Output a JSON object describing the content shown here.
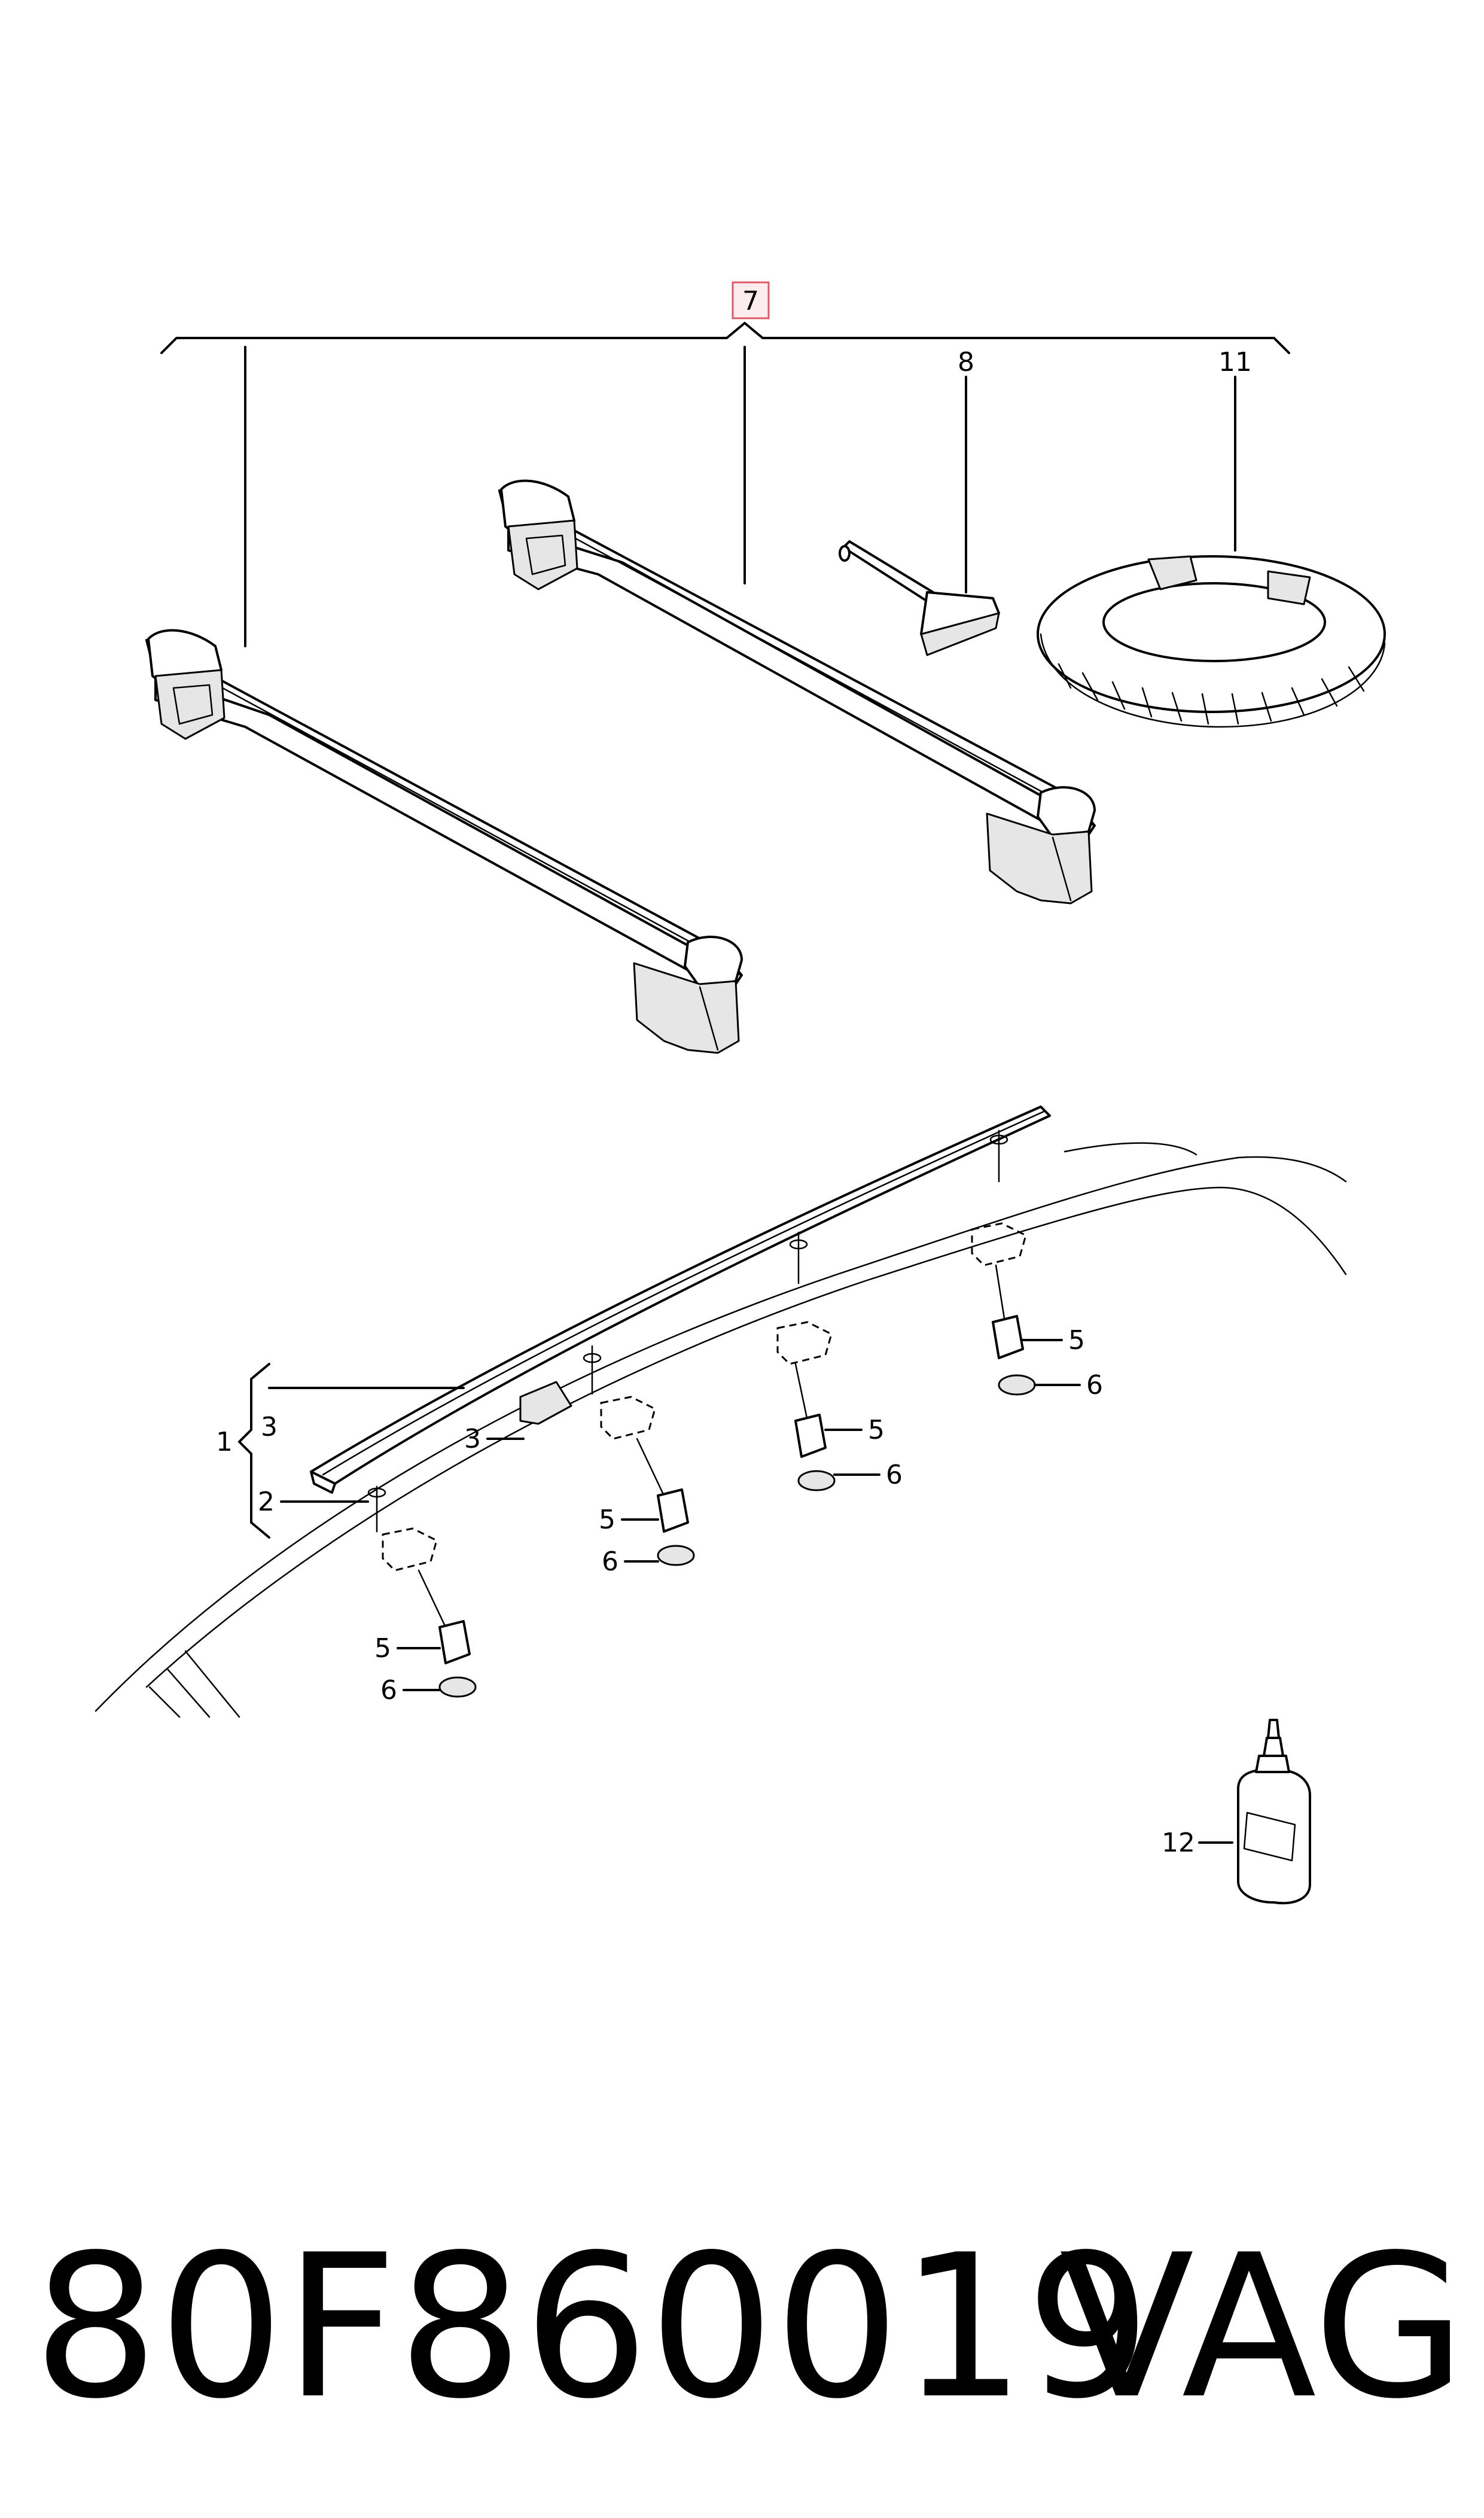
{
  "callouts": {
    "c1": "1",
    "c2": "2",
    "c3a": "3",
    "c3b": "3",
    "c5a": "5",
    "c5b": "5",
    "c5c": "5",
    "c5d": "5",
    "c6a": "6",
    "c6b": "6",
    "c6c": "6",
    "c6d": "6",
    "c7": "7",
    "c8": "8",
    "c11": "11",
    "c12": "12"
  },
  "footer": {
    "part_number": "80F860019",
    "brand": "VAG"
  },
  "colors": {
    "highlight_box": "#e05a6a",
    "line": "#000000",
    "background": "#ffffff"
  }
}
